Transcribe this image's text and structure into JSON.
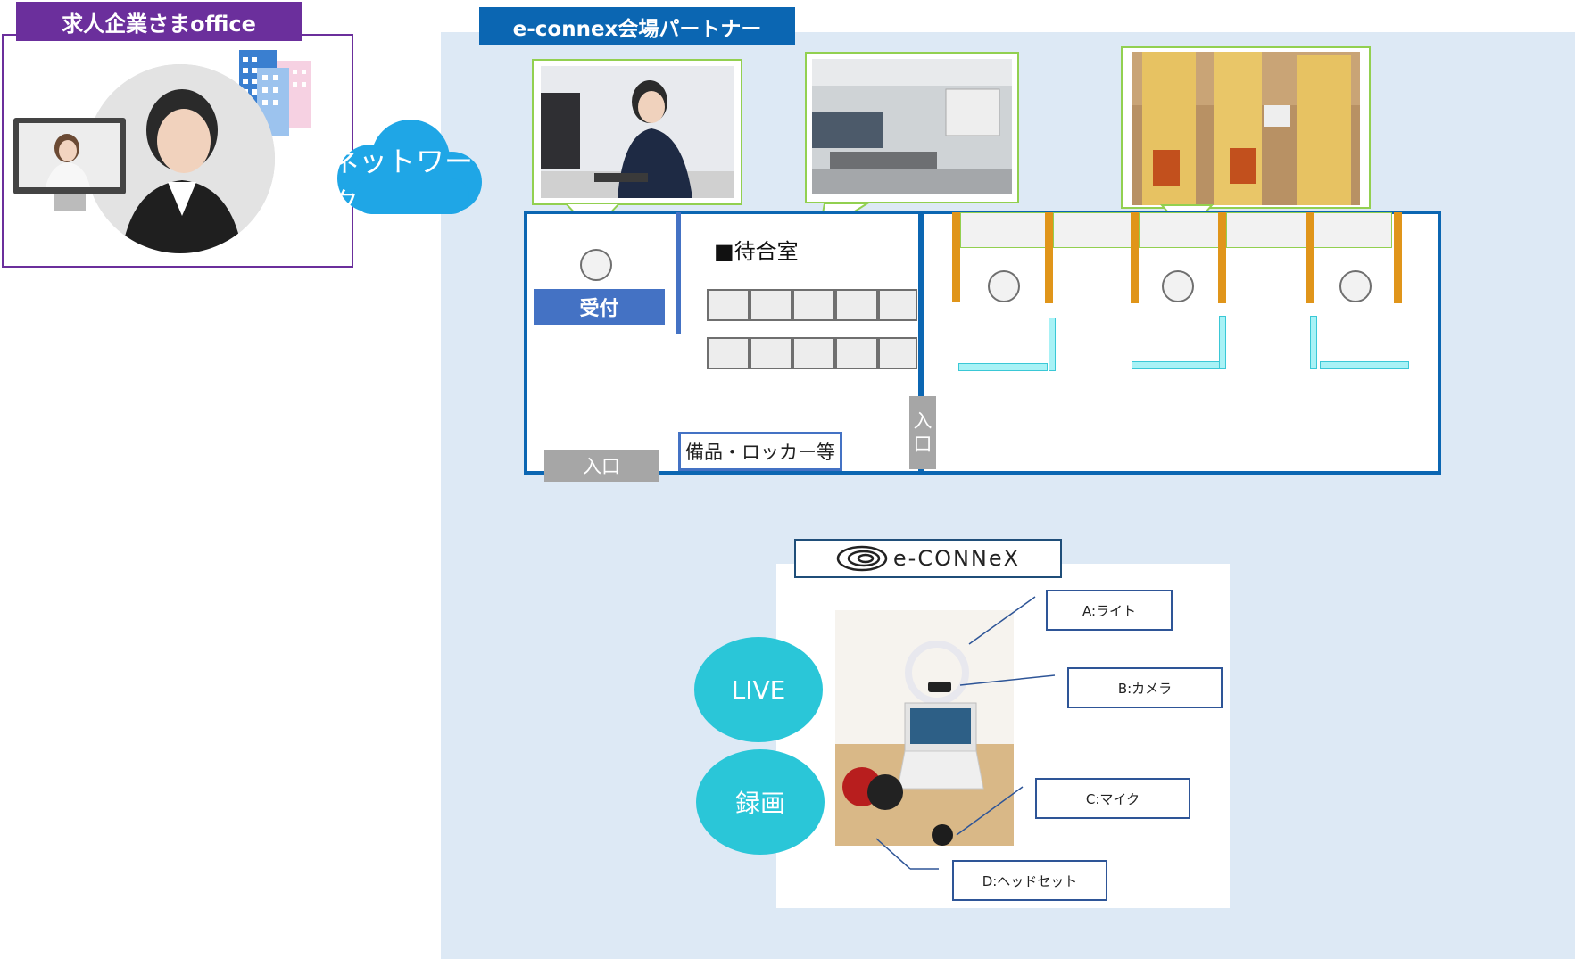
{
  "office": {
    "title": "求人企業さまoffice"
  },
  "network": {
    "label": "ネットワーク"
  },
  "partner": {
    "title": "e-connex会場パートナー"
  },
  "floor": {
    "waiting_room": "■待合室",
    "reception": "受付",
    "entrance": "入口",
    "entrance_vertical": [
      "入",
      "口"
    ],
    "equipment": "備品・ロッカー等"
  },
  "econnex": {
    "logo_text": "e-CONNeX",
    "modes": [
      "LIVE",
      "録画"
    ],
    "callouts": {
      "a": "A:ライト",
      "b": "B:カメラ",
      "c": "C:マイク",
      "d": "D:ヘッドセット"
    }
  },
  "colors": {
    "office_accent": "#6b2f9c",
    "partner_accent": "#0b66b2",
    "photo_frame": "#92d050",
    "panel_bg": "#dde9f5",
    "bubble": "#2ac6d8",
    "partition": "#e0951a",
    "desk": "#a8f2f6"
  }
}
